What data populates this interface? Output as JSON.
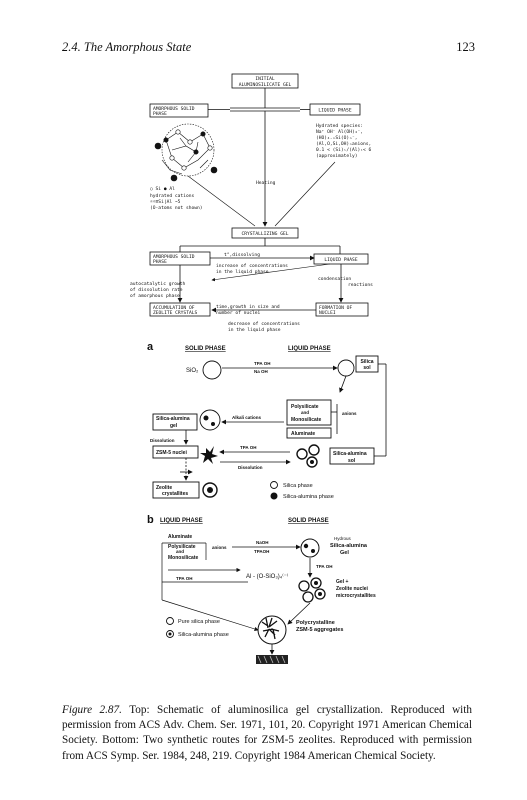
{
  "header": {
    "section": "2.4.  The Amorphous State",
    "page_number": "123"
  },
  "top": {
    "initial_gel": [
      "INITIAL",
      "ALUMINOSILICATE GEL"
    ],
    "amorphous_solid": [
      "AMORPHOUS SOLID",
      "PHASE"
    ],
    "liquid_phase": "LIQUID PHASE",
    "hydrated_species": [
      "Hydrated species:",
      "Na⁺ OH⁻ Al(OH)₄⁻,",
      "(HO)₄₋ₙSi(O)ₙ⁻,",
      "(Al,O,Si,OH)ₙanions,",
      "0.1 < (Si)ₗ/(Al)ₗ< 6",
      "(approximately)"
    ],
    "legend_si_al": "○ Si  ● Al",
    "legend_cations": [
      "hydrated cations",
      "☼☼≡Si|Al ~5",
      "(O-atoms not shown)"
    ],
    "heating": "Heating",
    "crystallizing_gel": "CRYSTALLIZING GEL",
    "amorphous_solid_2": [
      "AMORPHOUS SOLID",
      "PHASE"
    ],
    "dissolving": "t°,dissolving",
    "increase": [
      "increase of concentrations",
      "in the liquid phase"
    ],
    "liquid_phase_2": "LIQUID PHASE",
    "condensation": [
      "condensation",
      "reactions"
    ],
    "autocatalytic": [
      "autocatalytic growth",
      "of dissolution rate",
      "of amorphous phase"
    ],
    "accumulation": [
      "ACCUMULATION OF",
      "ZEOLITE CRYSTALS"
    ],
    "time_growth": [
      "time,growth in size and",
      "number of nuclei"
    ],
    "formation": [
      "FORMATION OF",
      "NUCLEI"
    ],
    "decrease": [
      "decrease of concentrations",
      "in the liquid phase"
    ]
  },
  "panel_a": {
    "letter": "a",
    "solid_phase": "SOLID PHASE",
    "liquid_phase": "LIQUID PHASE",
    "sio2": "SiO₂",
    "tpa_oh": "TPA OH",
    "na_oh": "Na OH",
    "silica_sol": [
      "Silica",
      "sol"
    ],
    "silica_alumina_gel": [
      "Silica-alumina",
      "gel"
    ],
    "alkali_cations": "Alkali cations",
    "polysilicate": [
      "Polysilicate",
      "and",
      "Monosilicate"
    ],
    "anions": "anions",
    "aluminate": "Aluminate",
    "dissolution": "Dissolution",
    "zsm5_nuclei": "ZSM-5 nuclei",
    "tpa_oh_2": "TPA OH",
    "silica_alumina_sol": [
      "Silica-alumina",
      "sol"
    ],
    "dissolution_2": "Dissolution",
    "zeolite_crystallites": [
      "Zeolite",
      "crystallites"
    ],
    "legend_silica": "Silica phase",
    "legend_silica_alumina": "Silica-alumina phase"
  },
  "panel_b": {
    "letter": "b",
    "liquid_phase": "LIQUID PHASE",
    "solid_phase": "SOLID PHASE",
    "aluminate": "Aluminate",
    "polysilicate": [
      "Polysilicate",
      "and",
      "Monosilicate"
    ],
    "anions": "anions",
    "na_oh": "NaOH",
    "tpa_oh": "TPAOH",
    "hydrous": [
      "Hydrous",
      "Silica-alumina",
      "Gel"
    ],
    "tpa_oh_2": "TPA OH",
    "tpa_oh_3": "TPA OH",
    "al_formula": "Al - (O-SiO₃)₄⁽⁻⁾",
    "gel_nuclei": [
      "Gel +",
      "Zeolite nuclei",
      "microcrystallites"
    ],
    "pure_silica": "Pure silica phase",
    "silica_alumina": "Silica-alumina phase",
    "polycrystalline": [
      "Polycrystalline",
      "ZSM-5 aggregates"
    ]
  },
  "caption": {
    "label": "Figure 2.87.",
    "text": "Top: Schematic of aluminosilica gel crystallization. Reproduced with permission from ACS Adv. Chem. Ser. 1971, 101, 20. Copyright 1971 American Chemical Society. Bottom: Two synthetic routes for ZSM-5 zeolites. Reproduced with permission from ACS Symp. Ser. 1984, 248, 219. Copyright 1984 American Chemical Society."
  }
}
